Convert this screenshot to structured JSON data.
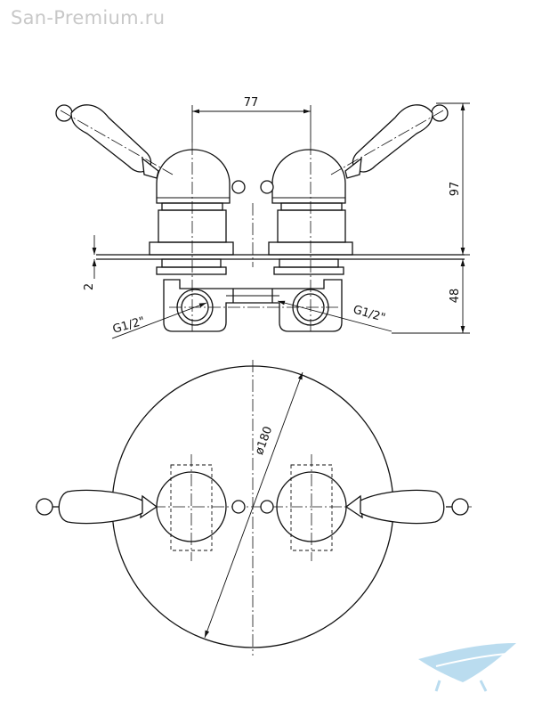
{
  "watermark": {
    "text": "San-Premium.ru"
  },
  "dimensions": {
    "width_between_handles": "77",
    "height_total": "97",
    "plate_thickness": "2",
    "depth_body": "48",
    "plate_diameter": "ø180",
    "thread_left": "G1/2\"",
    "thread_right": "G1/2\""
  },
  "logo": {
    "name": "bathtub-logo-icon"
  },
  "colors": {
    "line": "#111111",
    "watermark": "#c8c8c8",
    "logo": "#a9d4ec"
  }
}
